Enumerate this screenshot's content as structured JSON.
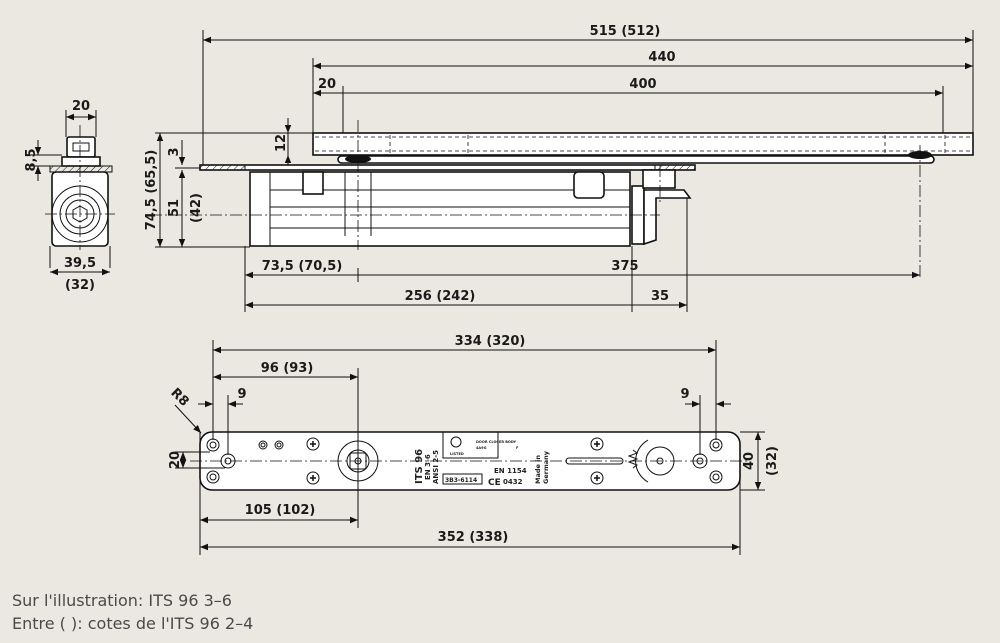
{
  "colors": {
    "background": "#eae8e1",
    "line": "#111111",
    "part_fill": "#ffffff",
    "caption_text": "#4a4a4a"
  },
  "top_view": {
    "dims": {
      "overall": "515 (512)",
      "arm_length": "440",
      "arm_offset": "20",
      "arm_span": "400",
      "arm_height": "12",
      "plate_thickness": "3",
      "total_height": "74,5 (65,5)",
      "body_height": "51",
      "body_height_alt": "(42)",
      "left_offset": "73,5 (70,5)",
      "arm_reach": "375",
      "body_length": "256 (242)",
      "bracket": "35"
    }
  },
  "side_view": {
    "dims": {
      "top_width": "20",
      "top_height": "8,5",
      "width": "39,5",
      "width_alt": "(32)"
    }
  },
  "mounting_plate": {
    "dims": {
      "hole_span": "334 (320)",
      "axis_offset": "96 (93)",
      "left_hole": "9",
      "right_hole": "9",
      "radius": "R8",
      "hole_pitch": "20",
      "height": "40",
      "height_alt": "(32)",
      "axis_from_edge": "105 (102)",
      "length": "352 (338)"
    },
    "labels": {
      "model": "ITS 96",
      "en": "EN 3-6",
      "ansi": "ANSI 2-5",
      "ul_listed": "LISTED",
      "ul_text": "DOOR CLOSER BODY",
      "ul_code": "4A9G",
      "ul_f": "F",
      "serial": "3B3-6114",
      "en1154": "EN 1154",
      "ce": "CE",
      "ce_code": "0432",
      "made_in": "Made in",
      "germany": "Germany"
    }
  },
  "captions": {
    "line1": "Sur l'illustration: ITS 96 3–6",
    "line2": "Entre ( ): cotes de l'ITS 96 2–4"
  }
}
